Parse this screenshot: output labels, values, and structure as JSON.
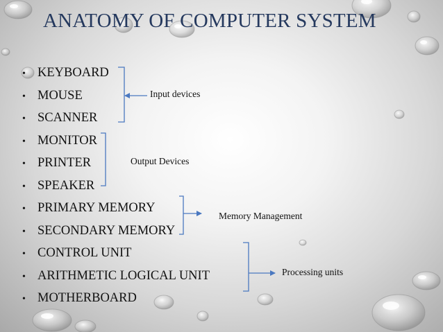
{
  "slide": {
    "title": "ANATOMY OF COMPUTER SYSTEM",
    "bullet_glyph": "•",
    "items": [
      "KEYBOARD",
      "MOUSE",
      "SCANNER",
      "MONITOR",
      "PRINTER",
      "SPEAKER",
      "PRIMARY MEMORY",
      "SECONDARY MEMORY",
      "CONTROL UNIT",
      "ARITHMETIC LOGICAL UNIT",
      "MOTHERBOARD"
    ],
    "groups": {
      "input": "Input devices",
      "output": "Output Devices",
      "memory": "Memory Management",
      "processing": "Processing units"
    }
  },
  "colors": {
    "title": "#25395e",
    "connector": "#4a78c0",
    "text": "#111111"
  }
}
